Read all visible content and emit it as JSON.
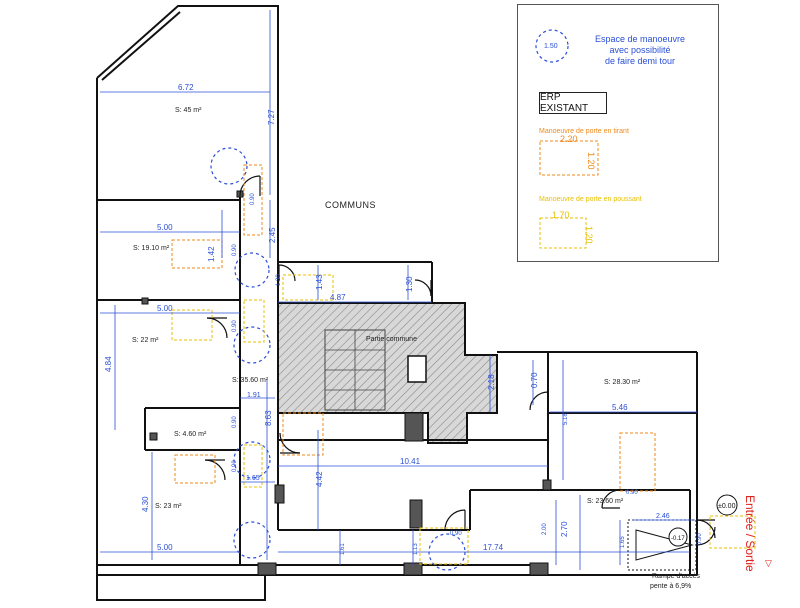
{
  "legend": {
    "circle_label": "1.50",
    "manoeuvre_text": "Espace de manoeuvre avec possibilité de faire demi tour",
    "manoeuvre_lines": [
      "Espace de manoeuvre",
      "avec possibilité",
      "de faire demi tour"
    ],
    "erp_label": "ERP EXISTANT",
    "tirant_label": "Manoeuvre de porte en tirant",
    "tirant_w": "2.20",
    "tirant_h": "1.20",
    "poussant_label": "Manoeuvre de porte en poussant",
    "poussant_w": "1.70",
    "poussant_h": "1.20"
  },
  "labels": {
    "communs": "COMMUNS",
    "partie_commune": "Partie commune",
    "rampe_line1": "Rampe d'accès",
    "rampe_line2": "pente à 6,9%",
    "entree": "Entrée / Sortie",
    "level_marker": "±0.00",
    "level_slope": "-0.17"
  },
  "rooms": [
    {
      "id": "r45",
      "label": "S: 45 m²"
    },
    {
      "id": "r19",
      "label": "S: 19.10 m²"
    },
    {
      "id": "r22",
      "label": "S: 22 m²"
    },
    {
      "id": "r35",
      "label": "S: 35.60 m²"
    },
    {
      "id": "r4",
      "label": "S: 4.60 m²"
    },
    {
      "id": "r23",
      "label": "S: 23 m²"
    },
    {
      "id": "r28",
      "label": "S: 28.30 m²"
    },
    {
      "id": "r23b",
      "label": "S: 23.60 m²"
    }
  ],
  "dimensions": {
    "d672": "6.72",
    "d727": "7.27",
    "d500a": "5.00",
    "d142": "1.42",
    "d245": "2.45",
    "d143": "1.43",
    "d130a": "1.30",
    "d130b": "1.30",
    "d487": "4.87",
    "d500b": "5.00",
    "d484": "4.84",
    "d191": "1.91",
    "d863": "8.63",
    "d442": "4.42",
    "d1041": "10.41",
    "d165a": "1.65",
    "d430": "4.30",
    "d500c": "5.00",
    "d161": "1.61",
    "d113": "1.13",
    "d1774": "17.74",
    "d218": "2.18",
    "d070": "0.70",
    "d546": "5.46",
    "d518": "5.18",
    "d200": "2.00",
    "d270": "2.70",
    "d246": "2.46",
    "d165b": "1.65",
    "d090a": "0.90",
    "d090b": "0.90",
    "d090c": "0.90",
    "d090d": "0.90",
    "d090e": "0.90",
    "d090f": "0.90",
    "d090g": "0.90",
    "d090h": "0.90"
  },
  "colors": {
    "wall": "#111111",
    "dimension": "#2a4fd6",
    "tirant": "#f08a1c",
    "poussant": "#e9c100",
    "hatch": "#888888",
    "entree": "#e0201b"
  }
}
